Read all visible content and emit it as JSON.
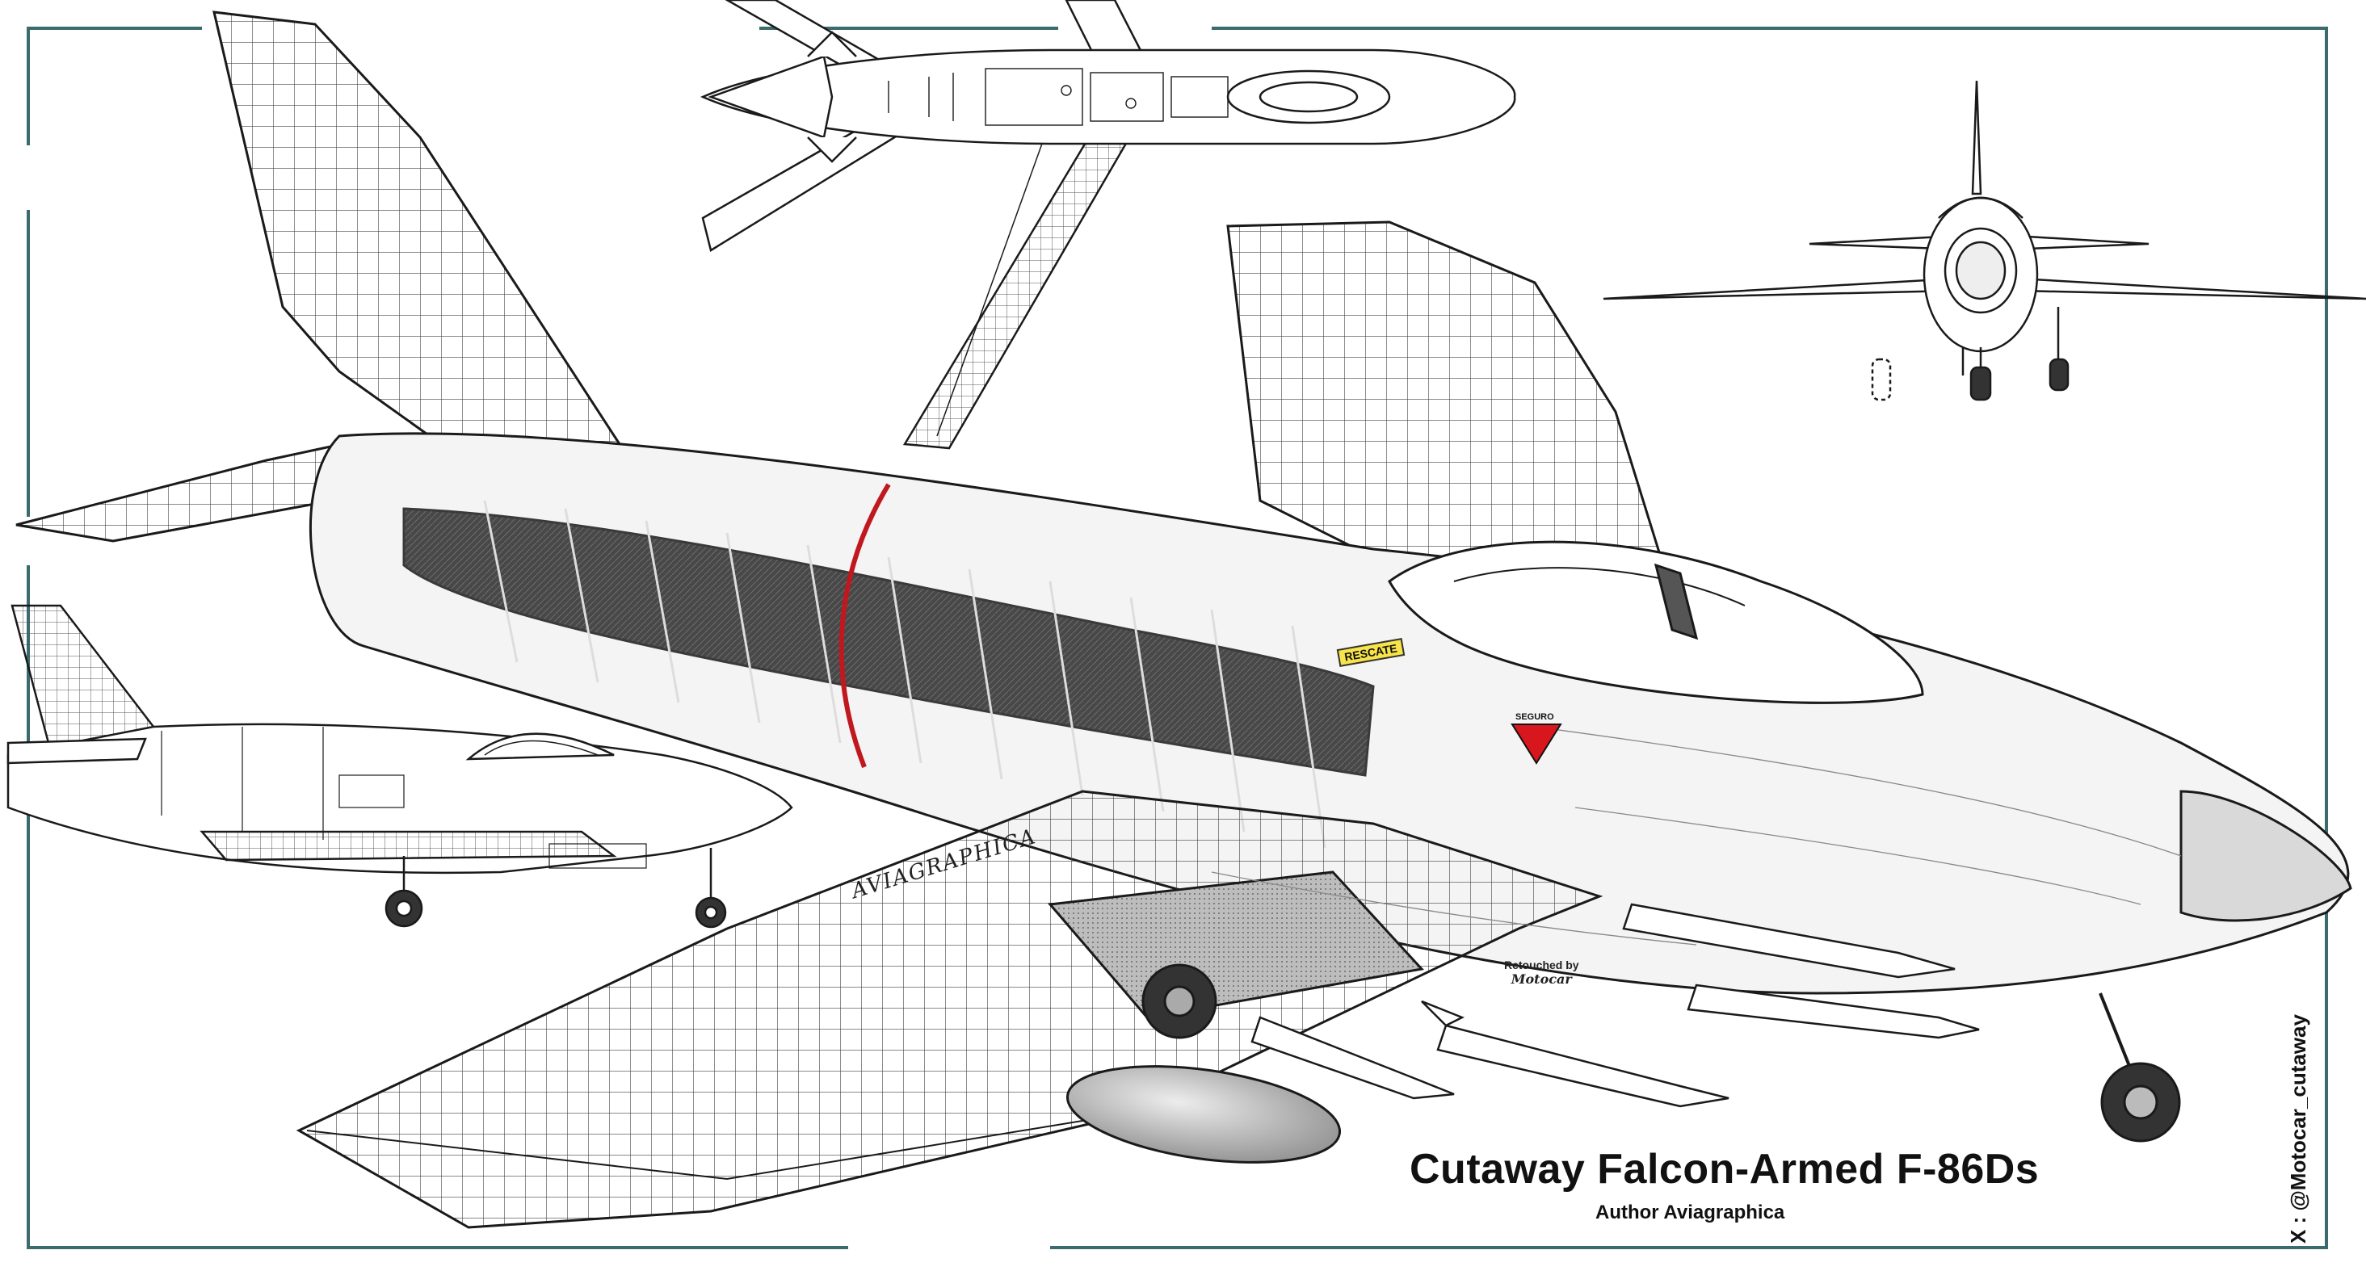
{
  "title": "Cutaway Falcon-Armed F-86Ds",
  "subtitle": "Author Aviagraphica",
  "social_handle": "X : @Motocar_cutaway",
  "retouch_credit": {
    "line1": "Retouched by",
    "signature": "Motocar"
  },
  "labels": {
    "rescue_tag": "RESCATE",
    "safety_tag": "SEGURO",
    "artist_mark": "AVIAGRAPHICA"
  },
  "colors": {
    "frame": "#3b6b6e",
    "ink": "#1a1a1a",
    "section_line": "#c0181f",
    "rescue_tag": "#f7e34a",
    "safety_tag": "#d8161e"
  }
}
